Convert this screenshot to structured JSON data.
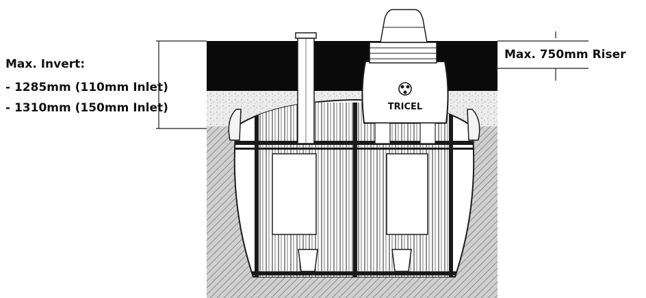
{
  "annotations": {
    "max_invert_title": "Max. Invert:",
    "max_invert_110": "- 1285mm (110mm Inlet)",
    "max_invert_150": "- 1310mm (150mm Inlet)",
    "max_riser": "Max. 750mm Riser"
  },
  "tank": {
    "brand_logo_text": "TRICEL"
  },
  "colors": {
    "topsoil": "#0a0a0a",
    "backfill": "#e6e6e6",
    "soil_hatch": "#8c8c8c",
    "line": "#1a1a1a"
  }
}
